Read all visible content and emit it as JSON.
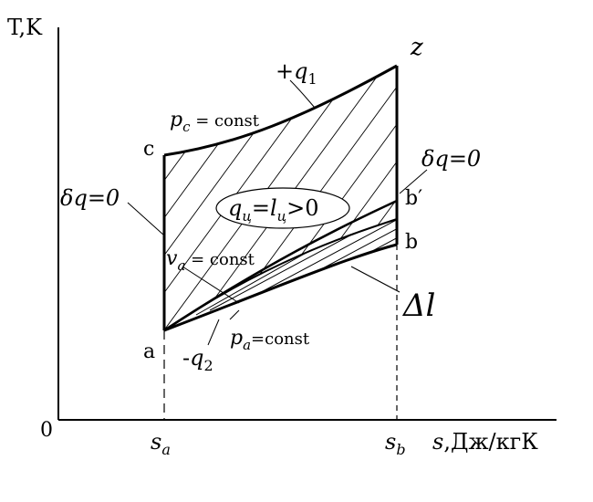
{
  "axes": {
    "y_label": "T,K",
    "origin": "0",
    "x_label_s": "s",
    "x_label_units": ",Дж/кгК",
    "s_a_main": "s",
    "s_a_sub": "a",
    "s_b_main": "s",
    "s_b_sub": "b"
  },
  "points": {
    "z": "z",
    "c": "c",
    "a": "a",
    "b": "b",
    "b_prime": "b′"
  },
  "labels": {
    "q1_sign": "+",
    "q1_main": "q",
    "q1_sub": "1",
    "q2_sign": "-",
    "q2_main": "q",
    "q2_sub": "2",
    "pc_main": "p",
    "pc_sub": "c",
    "pc_rest": " = const",
    "va_main": "v",
    "va_sub": "a",
    "va_rest": " = const",
    "pa_main": "p",
    "pa_sub": "a",
    "pa_rest": "=const",
    "dq_left": "δq=0",
    "dq_right": "δq=0",
    "delta_l": "Δl",
    "ellipse_q": "q",
    "ellipse_q_sub": "ц",
    "ellipse_eq": "=l",
    "ellipse_l_sub": "ц",
    "ellipse_gt": ">0"
  }
}
